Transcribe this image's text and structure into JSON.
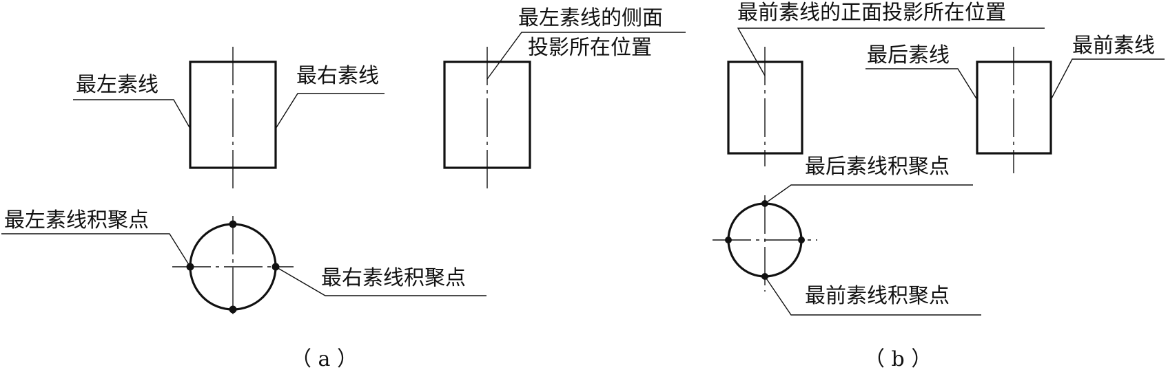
{
  "panel_a": {
    "front_view_labels": {
      "left_line": "最左素线",
      "right_line": "最右素线"
    },
    "side_view_label": {
      "line1": "最左素线的侧面",
      "line2": "投影所在位置"
    },
    "top_view_labels": {
      "left_point": "最左素线积聚点",
      "right_point": "最右素线积聚点"
    },
    "caption": "（ a ）"
  },
  "panel_b": {
    "front_view_label": "最前素线的正面投影所在位置",
    "side_view_labels": {
      "back_line": "最后素线",
      "front_line": "最前素线"
    },
    "top_view_labels": {
      "back_point": "最后素线积聚点",
      "front_point": "最前素线积聚点"
    },
    "caption": "（ b ）"
  },
  "colors": {
    "ink": "#111111",
    "background": "#ffffff"
  }
}
